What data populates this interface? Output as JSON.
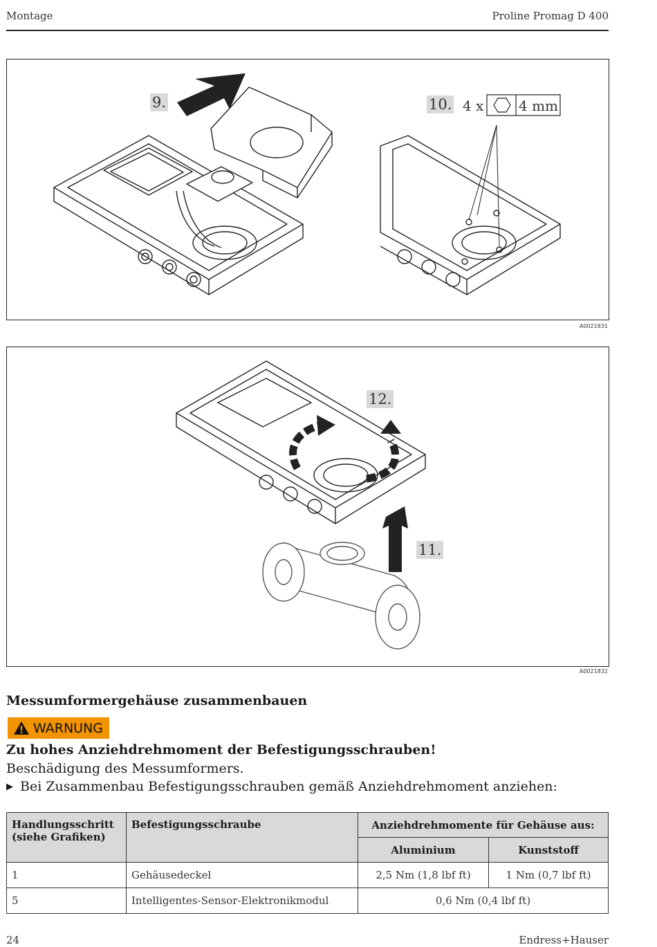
{
  "header": {
    "section": "Montage",
    "product": "Proline Promag D 400"
  },
  "figure1": {
    "step_a": "9.",
    "step_b": "10.",
    "tool_count": "4 x",
    "tool_size": "4 mm",
    "id": "A0021831"
  },
  "figure2": {
    "step_a": "12.",
    "step_b": "11.",
    "id": "A0021832"
  },
  "section_title": "Messumformergehäuse zusammenbauen",
  "warning": {
    "badge": "WARNUNG",
    "heading": "Zu hohes Anziehdrehmoment der Befestigungsschrauben!",
    "text": "Beschädigung des Messumformers.",
    "action": "Bei Zusammenbau Befestigungsschrauben gemäß Anziehdrehmoment anziehen:"
  },
  "table": {
    "col_step": "Handlungsschritt (siehe Grafiken)",
    "col_screw": "Befestigungsschraube",
    "col_torque": "Anziehdrehmomente für Gehäuse aus:",
    "col_alu": "Aluminium",
    "col_plastic": "Kunststoff",
    "rows": [
      {
        "step": "1",
        "screw": "Gehäusedeckel",
        "alu": "2,5 Nm (1,8 lbf ft)",
        "plastic": "1 Nm (0,7 lbf ft)"
      },
      {
        "step": "5",
        "screw": "Intelligentes-Sensor-Elektronikmodul",
        "both": "0,6 Nm (0,4 lbf ft)"
      }
    ]
  },
  "footer": {
    "page": "24",
    "brand": "Endress+Hauser"
  }
}
